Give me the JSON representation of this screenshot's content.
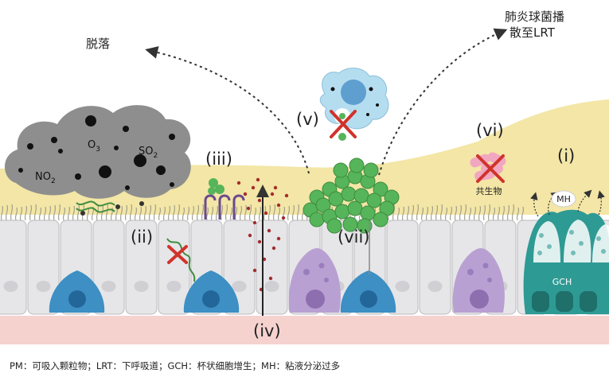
{
  "labels": {
    "shedding": "脱落",
    "spread_line1": "肺炎球菌播",
    "spread_line2": "散至LRT",
    "i": "(i)",
    "ii": "(ii)",
    "iii": "(iii)",
    "iv": "(iv)",
    "v": "(v)",
    "vi": "(vi)",
    "vii": "(vii)",
    "commensal": "共生物",
    "mh": "MH",
    "gch": "GCH",
    "no2": "NO",
    "no2_sub": "2",
    "o3": "O",
    "o3_sub": "3",
    "so2": "SO",
    "so2_sub": "2"
  },
  "caption": "PM：可吸入颗粒物；LRT：下呼吸道；GCH：杯状细胞增生；MH：粘液分泌过多",
  "colors": {
    "mucus": "#f3e6a6",
    "epithelium": "#e6e6e8",
    "basement": "#f6d2cf",
    "basal_cell": "#3d8fc4",
    "goblet_cell": "#b9a0d2",
    "goblet_hyperplasia": "#2e9a94",
    "bacteria": "#56b45a",
    "cross": "#d0332c",
    "cloud": "#8e8e8e",
    "macrophage": "#b5ddf0"
  }
}
